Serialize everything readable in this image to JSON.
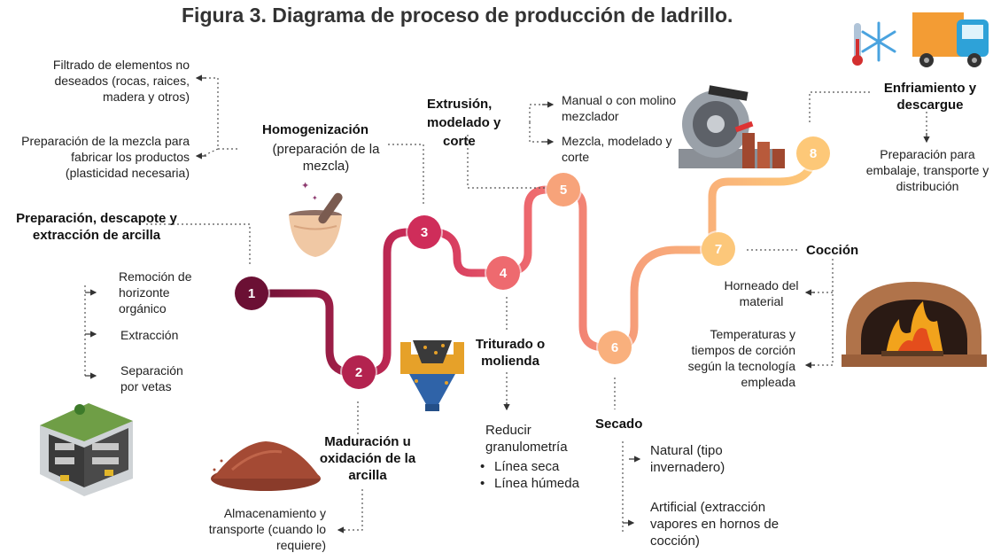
{
  "title": "Figura 3. Diagrama de proceso de producción de ladrillo.",
  "nodes": [
    {
      "num": "1",
      "color": "#6b1034"
    },
    {
      "num": "2",
      "color": "#b3234f"
    },
    {
      "num": "3",
      "color": "#cf2d5a"
    },
    {
      "num": "4",
      "color": "#ee6a6f"
    },
    {
      "num": "5",
      "color": "#f7a37a"
    },
    {
      "num": "6",
      "color": "#f9b07d"
    },
    {
      "num": "7",
      "color": "#fcc77a"
    },
    {
      "num": "8",
      "color": "#fdc878"
    }
  ],
  "stages": {
    "s1": {
      "title": "Preparación, descapote y extracción de arcilla",
      "items": [
        "Remoción de horizonte orgánico",
        "Extracción",
        "Separación por vetas"
      ]
    },
    "s2": {
      "title": "Maduración u oxidación de la arcilla",
      "item": "Almacenamiento y transporte (cuando lo requiere)"
    },
    "s3": {
      "title": "Homogenización",
      "subtitle": "(preparación de la mezcla)",
      "items": [
        "Filtrado de elementos no deseados (rocas, raices, madera y otros)",
        "Preparación de la mezcla para fabricar los productos (plasticidad necesaria)"
      ]
    },
    "s4": {
      "title": "Triturado o molienda",
      "item": "Reducir granulometría",
      "bullets": [
        "Línea seca",
        "Línea húmeda"
      ]
    },
    "s5": {
      "title_line1": "Extrusión,",
      "title_line2": "modelado y",
      "title_line3": "corte",
      "items": [
        "Manual o con molino mezclador",
        "Mezcla, modelado y corte"
      ]
    },
    "s6": {
      "title": "Secado",
      "items": [
        "Natural (tipo invernadero)",
        "Artificial (extracción vapores en hornos de cocción)"
      ]
    },
    "s7": {
      "title": "Cocción",
      "items": [
        "Horneado del material",
        "Temperaturas y tiempos de corción según la tecnología empleada"
      ]
    },
    "s8": {
      "title": "Enfriamiento y descargue",
      "item": "Preparación para embalaje, transporte y distribución"
    }
  },
  "icons": [
    "mine-illustration-icon",
    "clay-pile-icon",
    "mortar-pestle-icon",
    "crusher-icon",
    "mixer-machine-icon",
    "brick-oven-icon",
    "thermometer-icon",
    "snowflake-icon",
    "truck-icon"
  ],
  "colors": {
    "path_start": "#6b1034",
    "path_mid": "#e8566a",
    "path_end": "#fdc878"
  }
}
